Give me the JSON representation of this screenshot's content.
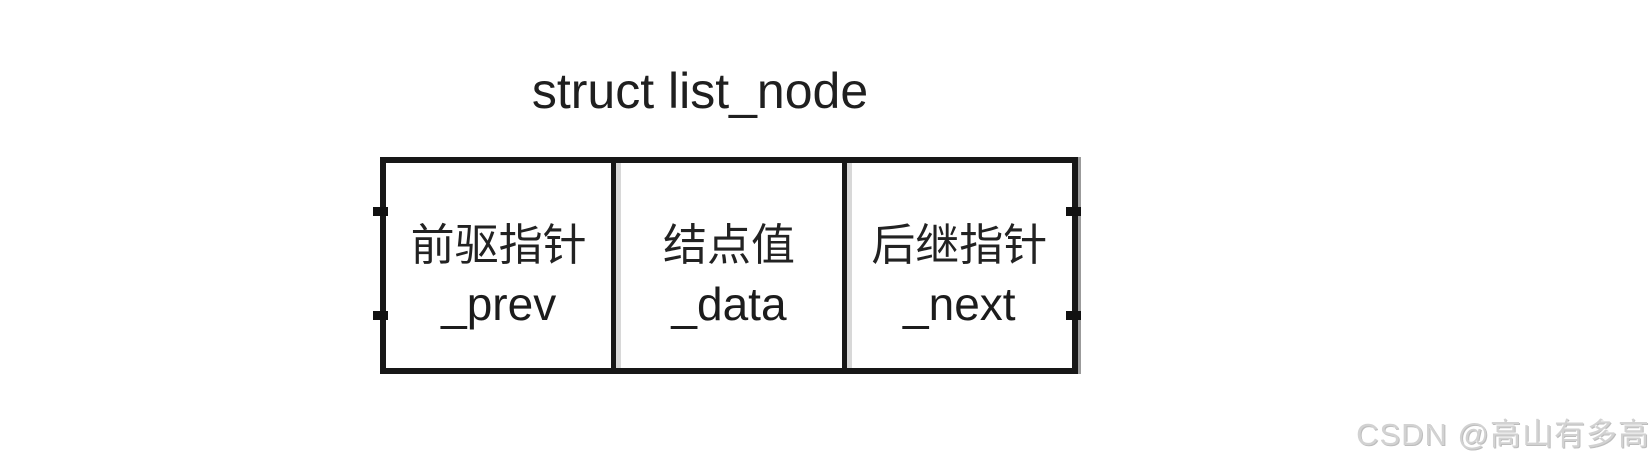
{
  "title": "struct list_node",
  "node": {
    "cells": [
      {
        "label_cn": "前驱指针",
        "label_code": "_prev"
      },
      {
        "label_cn": "结点值",
        "label_code": "_data"
      },
      {
        "label_cn": "后继指针",
        "label_code": "_next"
      }
    ]
  },
  "watermark": "CSDN @高山有多高",
  "colors": {
    "background": "#ffffff",
    "border": "#171717",
    "divider_shadow": "#d8d8d8",
    "edge_shadow": "#8f8f8f",
    "text": "#1c1c1c",
    "watermark": "#d2d2d2"
  }
}
